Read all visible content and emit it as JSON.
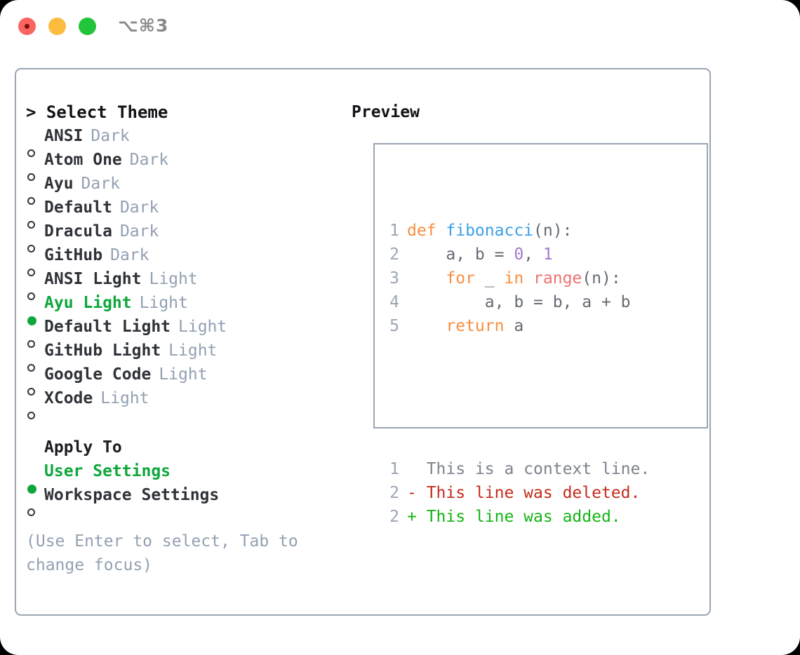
{
  "titlebar": {
    "shortcut": "⌥⌘3",
    "traffic_lights": [
      {
        "name": "close",
        "color": "#fa6560"
      },
      {
        "name": "minimize",
        "color": "#fcbc40"
      },
      {
        "name": "zoom",
        "color": "#22c53a"
      }
    ]
  },
  "theme_picker": {
    "header": "> Select Theme",
    "options": [
      {
        "marker": "o",
        "name": "ANSI",
        "tag": "Dark",
        "selected": false
      },
      {
        "marker": "o",
        "name": "Atom One",
        "tag": "Dark",
        "selected": false
      },
      {
        "marker": "o",
        "name": "Ayu",
        "tag": "Dark",
        "selected": false
      },
      {
        "marker": "o",
        "name": "Default",
        "tag": "Dark",
        "selected": false
      },
      {
        "marker": "o",
        "name": "Dracula",
        "tag": "Dark",
        "selected": false
      },
      {
        "marker": "o",
        "name": "GitHub",
        "tag": "Dark",
        "selected": false
      },
      {
        "marker": "o",
        "name": "ANSI Light",
        "tag": "Light",
        "selected": false
      },
      {
        "marker": "●",
        "name": "Ayu Light",
        "tag": "Light",
        "selected": true
      },
      {
        "marker": "o",
        "name": "Default Light",
        "tag": "Light",
        "selected": false
      },
      {
        "marker": "o",
        "name": "GitHub Light",
        "tag": "Light",
        "selected": false
      },
      {
        "marker": "o",
        "name": "Google Code",
        "tag": "Light",
        "selected": false
      },
      {
        "marker": "o",
        "name": "XCode",
        "tag": "Light",
        "selected": false
      }
    ]
  },
  "apply_to": {
    "title": "Apply To",
    "options": [
      {
        "marker": "●",
        "name": "User Settings",
        "selected": true
      },
      {
        "marker": "o",
        "name": "Workspace Settings",
        "selected": false
      }
    ]
  },
  "hint": "(Use Enter to select, Tab to change focus)",
  "preview": {
    "title": "Preview",
    "code_lines": [
      {
        "number": "1",
        "tokens": [
          {
            "text": "def ",
            "cls": "kw"
          },
          {
            "text": "fibonacci",
            "cls": "fn"
          },
          {
            "text": "(n):",
            "cls": "pl"
          }
        ]
      },
      {
        "number": "2",
        "tokens": [
          {
            "text": "    a, b = ",
            "cls": "pl"
          },
          {
            "text": "0",
            "cls": "num"
          },
          {
            "text": ", ",
            "cls": "pl"
          },
          {
            "text": "1",
            "cls": "num"
          }
        ]
      },
      {
        "number": "3",
        "tokens": [
          {
            "text": "    ",
            "cls": "pl"
          },
          {
            "text": "for",
            "cls": "kw"
          },
          {
            "text": " _ ",
            "cls": "pl"
          },
          {
            "text": "in",
            "cls": "kw"
          },
          {
            "text": " ",
            "cls": "pl"
          },
          {
            "text": "range",
            "cls": "bi"
          },
          {
            "text": "(n):",
            "cls": "pl"
          }
        ]
      },
      {
        "number": "4",
        "tokens": [
          {
            "text": "        a, b = b, a + b",
            "cls": "pl"
          }
        ]
      },
      {
        "number": "5",
        "tokens": [
          {
            "text": "    ",
            "cls": "pl"
          },
          {
            "text": "return",
            "cls": "kw"
          },
          {
            "text": " a",
            "cls": "pl"
          }
        ]
      }
    ],
    "diff_lines": [
      {
        "number": "1",
        "sign": " ",
        "text": " This is a context line.",
        "kind": "ctx"
      },
      {
        "number": "2",
        "sign": "-",
        "text": " This line was deleted.",
        "kind": "del"
      },
      {
        "number": "2",
        "sign": "+",
        "text": " This line was added.",
        "kind": "add"
      }
    ]
  },
  "colors": {
    "accent_green": "#0fa73c",
    "muted": "#93a0b2",
    "border": "#9aa5b4",
    "keyword": "#f98e3f",
    "function": "#3aa0e8",
    "number": "#a37acc",
    "builtin": "#f07171",
    "diff_delete": "#c42b1c",
    "diff_add": "#15b415"
  }
}
